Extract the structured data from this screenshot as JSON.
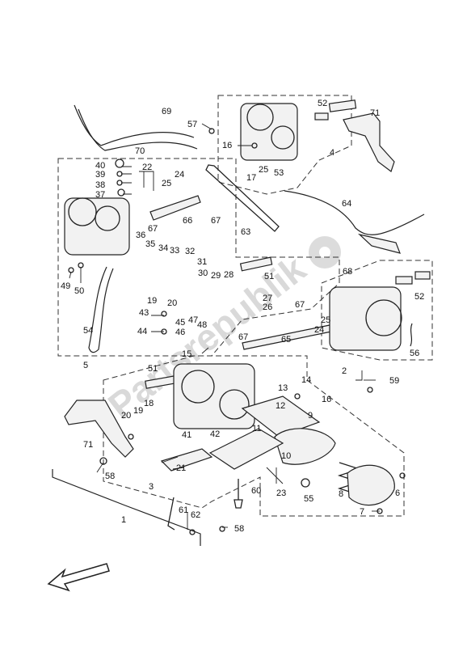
{
  "watermark": "Partsrepublik",
  "labels": [
    {
      "id": "69",
      "text": "69"
    },
    {
      "id": "70",
      "text": "70"
    },
    {
      "id": "57",
      "text": "57"
    },
    {
      "id": "52a",
      "text": "52"
    },
    {
      "id": "71a",
      "text": "71"
    },
    {
      "id": "16a",
      "text": "16"
    },
    {
      "id": "4",
      "text": "4"
    },
    {
      "id": "25a",
      "text": "25"
    },
    {
      "id": "17",
      "text": "17"
    },
    {
      "id": "53",
      "text": "53"
    },
    {
      "id": "40",
      "text": "40"
    },
    {
      "id": "39",
      "text": "39"
    },
    {
      "id": "22",
      "text": "22"
    },
    {
      "id": "38",
      "text": "38"
    },
    {
      "id": "25b",
      "text": "25"
    },
    {
      "id": "24a",
      "text": "24"
    },
    {
      "id": "37",
      "text": "37"
    },
    {
      "id": "64",
      "text": "64"
    },
    {
      "id": "67a",
      "text": "67"
    },
    {
      "id": "66",
      "text": "66"
    },
    {
      "id": "67b",
      "text": "67"
    },
    {
      "id": "63",
      "text": "63"
    },
    {
      "id": "36",
      "text": "36"
    },
    {
      "id": "35",
      "text": "35"
    },
    {
      "id": "34",
      "text": "34"
    },
    {
      "id": "33",
      "text": "33"
    },
    {
      "id": "32",
      "text": "32"
    },
    {
      "id": "31",
      "text": "31"
    },
    {
      "id": "30",
      "text": "30"
    },
    {
      "id": "29",
      "text": "29"
    },
    {
      "id": "28",
      "text": "28"
    },
    {
      "id": "51a",
      "text": "51"
    },
    {
      "id": "68",
      "text": "68"
    },
    {
      "id": "52b",
      "text": "52"
    },
    {
      "id": "49",
      "text": "49"
    },
    {
      "id": "50",
      "text": "50"
    },
    {
      "id": "19a",
      "text": "19"
    },
    {
      "id": "20a",
      "text": "20"
    },
    {
      "id": "43",
      "text": "43"
    },
    {
      "id": "27",
      "text": "27"
    },
    {
      "id": "26",
      "text": "26"
    },
    {
      "id": "67c",
      "text": "67"
    },
    {
      "id": "25c",
      "text": "25"
    },
    {
      "id": "24b",
      "text": "24"
    },
    {
      "id": "45",
      "text": "45"
    },
    {
      "id": "47",
      "text": "47"
    },
    {
      "id": "48",
      "text": "48"
    },
    {
      "id": "54",
      "text": "54"
    },
    {
      "id": "44",
      "text": "44"
    },
    {
      "id": "46",
      "text": "46"
    },
    {
      "id": "67d",
      "text": "67"
    },
    {
      "id": "65",
      "text": "65"
    },
    {
      "id": "56",
      "text": "56"
    },
    {
      "id": "5",
      "text": "5"
    },
    {
      "id": "15",
      "text": "15"
    },
    {
      "id": "2",
      "text": "2"
    },
    {
      "id": "59",
      "text": "59"
    },
    {
      "id": "51b",
      "text": "51"
    },
    {
      "id": "14",
      "text": "14"
    },
    {
      "id": "13",
      "text": "13"
    },
    {
      "id": "16b",
      "text": "16"
    },
    {
      "id": "18",
      "text": "18"
    },
    {
      "id": "12",
      "text": "12"
    },
    {
      "id": "20b",
      "text": "20"
    },
    {
      "id": "19b",
      "text": "19"
    },
    {
      "id": "9",
      "text": "9"
    },
    {
      "id": "11",
      "text": "11"
    },
    {
      "id": "41",
      "text": "41"
    },
    {
      "id": "42",
      "text": "42"
    },
    {
      "id": "10",
      "text": "10"
    },
    {
      "id": "71b",
      "text": "71"
    },
    {
      "id": "21",
      "text": "21"
    },
    {
      "id": "58a",
      "text": "58"
    },
    {
      "id": "3",
      "text": "3"
    },
    {
      "id": "60",
      "text": "60"
    },
    {
      "id": "23",
      "text": "23"
    },
    {
      "id": "55",
      "text": "55"
    },
    {
      "id": "8",
      "text": "8"
    },
    {
      "id": "6",
      "text": "6"
    },
    {
      "id": "61",
      "text": "61"
    },
    {
      "id": "62",
      "text": "62"
    },
    {
      "id": "7",
      "text": "7"
    },
    {
      "id": "1",
      "text": "1"
    },
    {
      "id": "58b",
      "text": "58"
    }
  ]
}
